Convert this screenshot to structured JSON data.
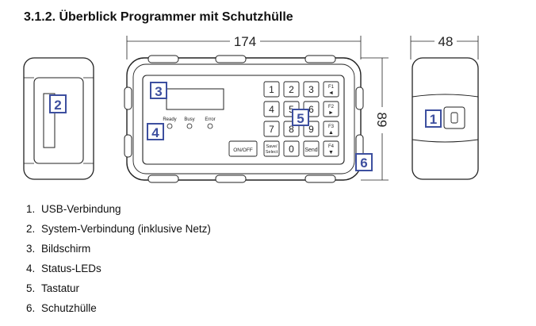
{
  "section": {
    "heading": "3.1.2. Überblick Programmer mit Schutzhülle"
  },
  "figure": {
    "dimension_width": "174",
    "dimension_height": "89",
    "dimension_depth": "48",
    "callouts": [
      "1",
      "2",
      "3",
      "4",
      "5",
      "6"
    ],
    "led_labels": [
      "Ready",
      "Busy",
      "Error"
    ],
    "keys": {
      "row1": [
        "1",
        "2",
        "3"
      ],
      "row2": [
        "4",
        "5",
        "6"
      ],
      "row3": [
        "7",
        "8",
        "9"
      ],
      "onoff": "ON/OFF",
      "save_line1": "Save/",
      "save_line2": "Select",
      "zero": "0",
      "send": "Send",
      "f1": "F1",
      "f2": "F2",
      "f3": "F3",
      "f4": "F4",
      "f1_arrow": "◄",
      "f2_arrow": "►",
      "f3_arrow": "▲",
      "f4_arrow": "▼"
    },
    "callout_color": "#3d4f9f"
  },
  "legend": {
    "items": [
      {
        "num": "1.",
        "text": "USB-Verbindung"
      },
      {
        "num": "2.",
        "text": "System-Verbindung (inklusive Netz)"
      },
      {
        "num": "3.",
        "text": "Bildschirm"
      },
      {
        "num": "4.",
        "text": "Status-LEDs"
      },
      {
        "num": "5.",
        "text": "Tastatur"
      },
      {
        "num": "6.",
        "text": "Schutzhülle"
      }
    ]
  }
}
